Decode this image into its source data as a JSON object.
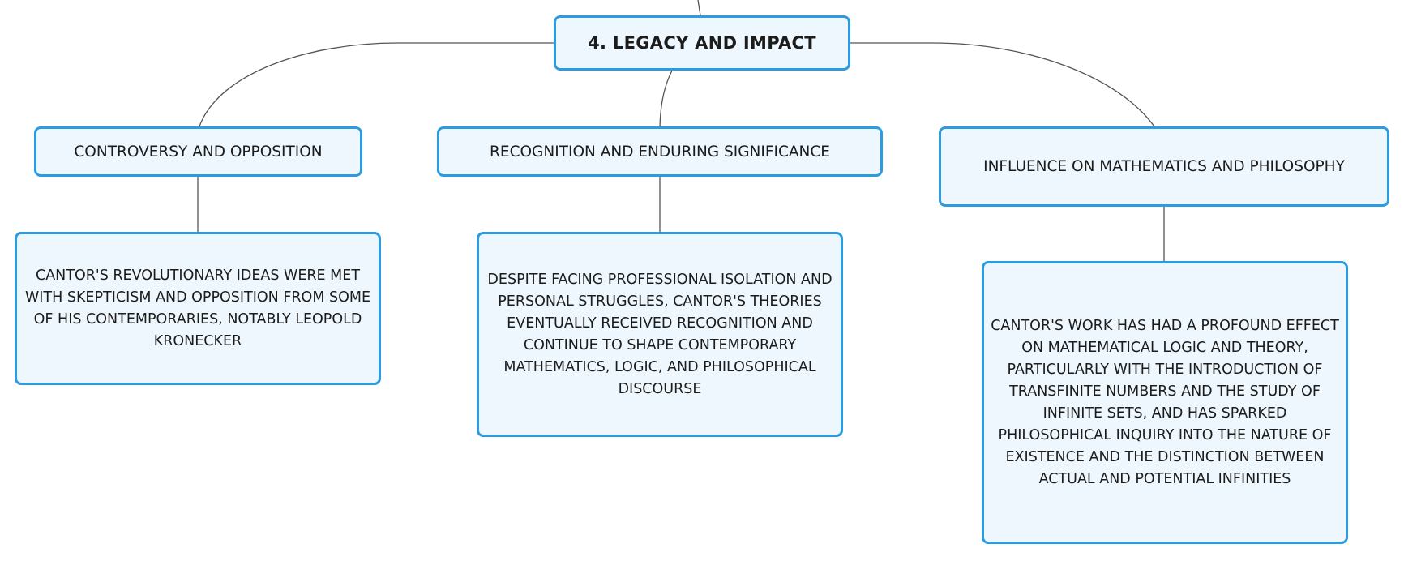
{
  "diagram": {
    "root": {
      "label": "4. LEGACY AND IMPACT"
    },
    "branches": [
      {
        "title": "CONTROVERSY AND OPPOSITION",
        "detail": "CANTOR'S REVOLUTIONARY IDEAS WERE MET WITH SKEPTICISM AND OPPOSITION FROM SOME OF HIS CONTEMPORARIES, NOTABLY LEOPOLD KRONECKER"
      },
      {
        "title": "RECOGNITION AND ENDURING SIGNIFICANCE",
        "detail": "DESPITE FACING PROFESSIONAL ISOLATION AND PERSONAL STRUGGLES, CANTOR'S THEORIES EVENTUALLY RECEIVED RECOGNITION AND CONTINUE TO SHAPE CONTEMPORARY MATHEMATICS, LOGIC, AND PHILOSOPHICAL DISCOURSE"
      },
      {
        "title": "INFLUENCE ON MATHEMATICS AND PHILOSOPHY",
        "detail": "CANTOR'S WORK HAS HAD A PROFOUND EFFECT ON MATHEMATICAL LOGIC AND THEORY, PARTICULARLY WITH THE INTRODUCTION OF TRANSFINITE NUMBERS AND THE STUDY OF INFINITE SETS, AND HAS SPARKED PHILOSOPHICAL INQUIRY INTO THE NATURE OF EXISTENCE AND THE DISTINCTION BETWEEN ACTUAL AND POTENTIAL INFINITIES"
      }
    ],
    "colors": {
      "node_border": "#2d9be0",
      "node_fill": "#eef7fd",
      "connector": "#555555",
      "text": "#1c1c1c"
    }
  }
}
